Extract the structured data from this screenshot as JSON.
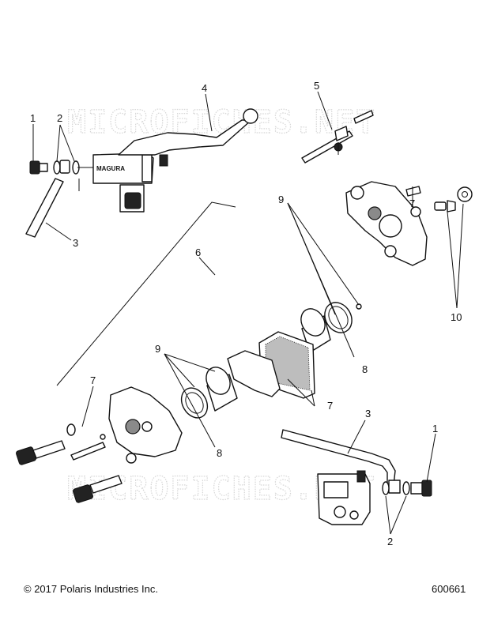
{
  "watermark": "MICROFICHES.NET",
  "brake_lever_marking": "MAGURA",
  "callouts": {
    "c1_top": "1",
    "c2_top": "2",
    "c3_top": "3",
    "c4": "4",
    "c5": "5",
    "c6": "6",
    "c7_top": "7",
    "c9_right": "9",
    "c10": "10",
    "c9_left": "9",
    "c7_left": "7",
    "c8_right": "8",
    "c7_pads": "7",
    "c8_left": "8",
    "c3_bottom": "3",
    "c1_bottom": "1",
    "c2_bottom": "2"
  },
  "footer": {
    "copyright": "© 2017 Polaris Industries Inc.",
    "document_number": "600661"
  }
}
